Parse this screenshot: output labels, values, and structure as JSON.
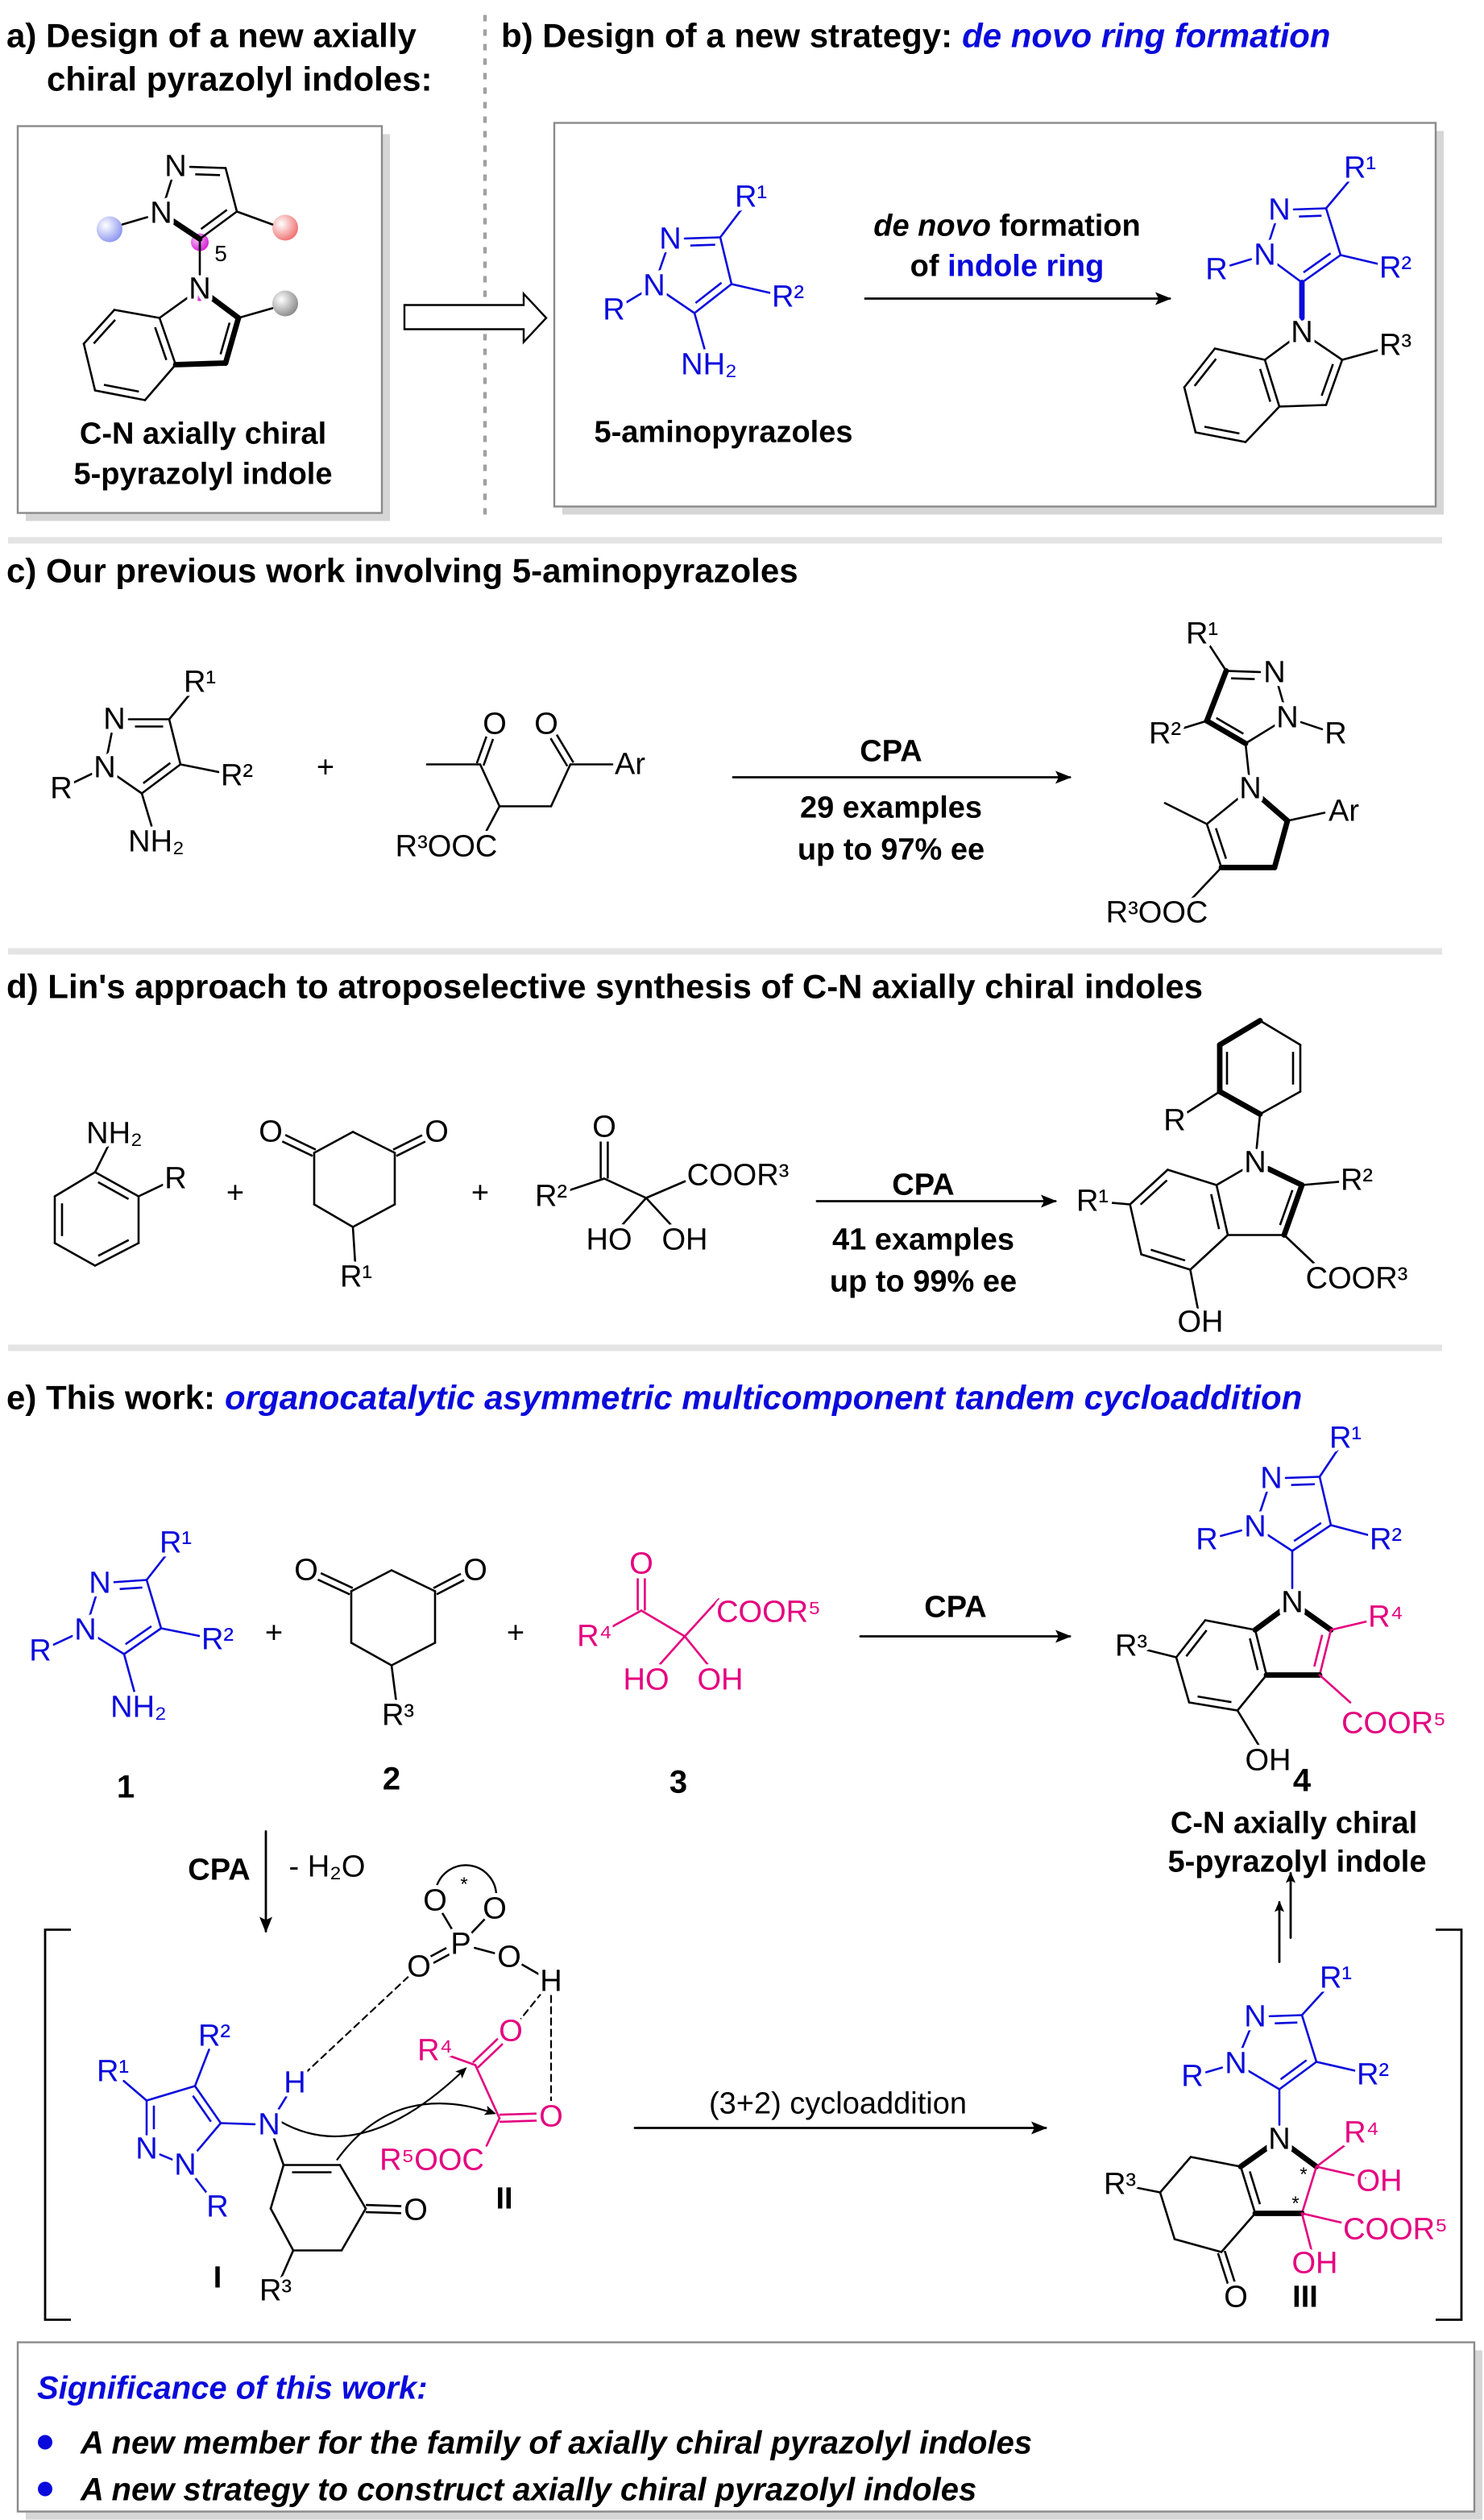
{
  "colors": {
    "blue": "#0a0adc",
    "magenta": "#e4007f",
    "black": "#000000",
    "separator": "#e4e4e4",
    "shadow": "#d6d6d6"
  },
  "plus": "+",
  "panel_a": {
    "title": [
      "a) Design of a new axially",
      "chiral pyrazolyl indoles:"
    ],
    "atoms": [
      "N",
      "N",
      "N"
    ],
    "locant": "5",
    "caption": [
      "C-N axially chiral",
      "5-pyrazolyl indole"
    ]
  },
  "panel_b": {
    "title": "b) Design of a new strategy:",
    "title_highlight": "de novo ring formation",
    "arrow_label": {
      "line1_italic": "de novo",
      "line1_rest": " formation",
      "line2_prefix": "of ",
      "line2_highlight": "indole ring"
    },
    "reactant_label": "5-aminopyrazoles",
    "reactant_atoms": [
      "N",
      "N",
      "R¹",
      "R²",
      "R",
      "NH₂"
    ],
    "product_atoms": [
      "N",
      "N",
      "R¹",
      "R²",
      "R",
      "N",
      "R³"
    ]
  },
  "panel_c": {
    "title": "c) Our previous work involving 5-aminopyrazoles",
    "reactant_1_atoms": [
      "N",
      "N",
      "R¹",
      "R²",
      "R",
      "NH₂"
    ],
    "reactant_2_atoms": [
      "O",
      "O",
      "Ar",
      "R³OOC"
    ],
    "conditions": [
      "CPA",
      "29 examples",
      "up to 97% ee"
    ],
    "product_atoms": [
      "N",
      "N",
      "R¹",
      "R²",
      "R",
      "N",
      "Ar",
      "R³OOC"
    ]
  },
  "panel_d": {
    "title": "d) Lin's approach to atroposelective synthesis of C-N axially chiral indoles",
    "reactant_1_atoms": [
      "NH₂",
      "R"
    ],
    "reactant_2_atoms": [
      "O",
      "O",
      "R¹"
    ],
    "reactant_3_atoms": [
      "R²",
      "O",
      "COOR³",
      "HO",
      "OH"
    ],
    "conditions": [
      "CPA",
      "41 examples",
      "up to 99% ee"
    ],
    "product_atoms": [
      "R",
      "N",
      "R²",
      "R¹",
      "COOR³",
      "OH"
    ]
  },
  "panel_e": {
    "title": "e) This work:",
    "title_highlight": "organocatalytic asymmetric multicomponent tandem cycloaddition",
    "compound_1_atoms": [
      "N",
      "N",
      "R¹",
      "R²",
      "R",
      "NH₂"
    ],
    "compound_2_atoms": [
      "O",
      "O",
      "R³"
    ],
    "compound_3_atoms": [
      "R⁴",
      "O",
      "COOR⁵",
      "HO",
      "OH"
    ],
    "compound_numbers": [
      "1",
      "2",
      "3",
      "4"
    ],
    "main_catalyst": "CPA",
    "product_atoms": [
      "N",
      "N",
      "R¹",
      "R²",
      "R",
      "N",
      "R⁴",
      "COOR⁵",
      "R³",
      "OH"
    ],
    "product_caption": [
      "C-N axially chiral",
      "5-pyrazolyl indole"
    ],
    "step1_catalyst": "CPA",
    "step1_byproduct": "- H₂O",
    "catalyst_atoms": [
      "O",
      "O",
      "P",
      "O",
      "O",
      "H",
      "*"
    ],
    "intermediate_I_atoms": [
      "R¹",
      "R²",
      "N",
      "N",
      "R",
      "N",
      "H",
      "O",
      "R³"
    ],
    "intermediate_II_atoms": [
      "R⁴",
      "O",
      "O",
      "R⁵OOC"
    ],
    "intermediate_III_atoms": [
      "N",
      "N",
      "R¹",
      "R²",
      "R",
      "N",
      "R⁴",
      "OH",
      "COOR⁵",
      "OH",
      "R³",
      "O",
      "*",
      "*"
    ],
    "intermediate_labels": [
      "I",
      "II",
      "III"
    ],
    "cycloaddition_label": "(3+2) cycloaddition"
  },
  "significance": {
    "title": "Significance of this work:",
    "items": [
      "A new member for the family of axially chiral pyrazolyl indoles",
      "A new strategy to construct axially chiral pyrazolyl indoles"
    ]
  }
}
